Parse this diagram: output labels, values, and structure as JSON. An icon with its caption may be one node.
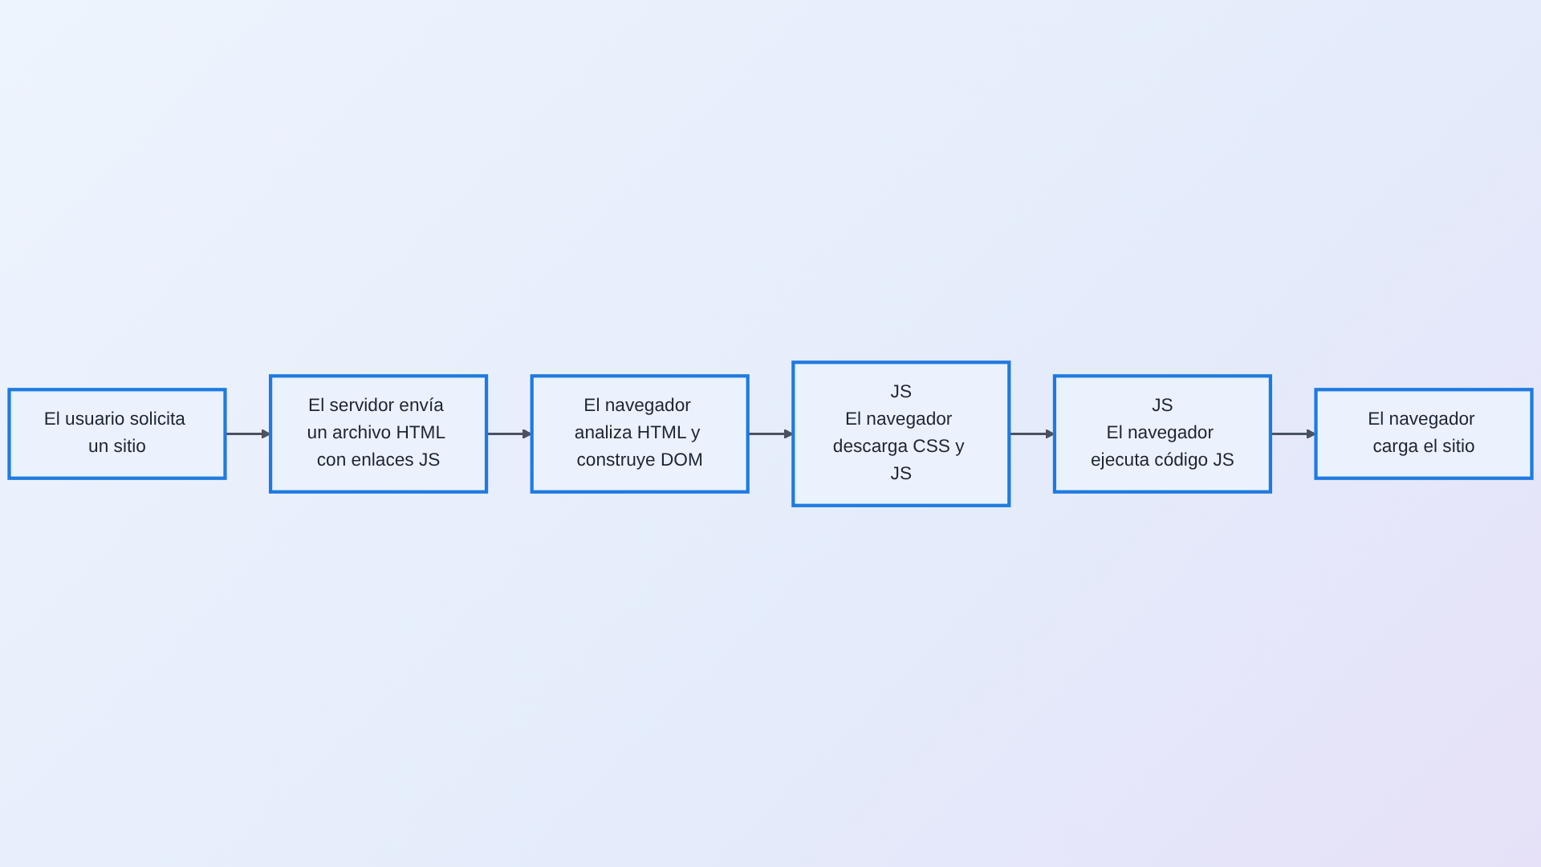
{
  "diagram": {
    "nodes": [
      {
        "text": [
          "El usuario solicita un sitio"
        ]
      },
      {
        "text": [
          "El servidor envía un archivo HTML con enlaces JS"
        ]
      },
      {
        "text": [
          "El navegador analiza HTML y construye DOM"
        ]
      },
      {
        "text": [
          "JS",
          "El navegador descarga CSS y JS"
        ]
      },
      {
        "text": [
          "JS",
          "El navegador ejecuta código JS"
        ]
      },
      {
        "text": [
          "El navegador carga el sitio"
        ]
      }
    ],
    "edges": [
      {
        "from": 0,
        "to": 1,
        "arrow": "to"
      },
      {
        "from": 1,
        "to": 2,
        "arrow": "to"
      },
      {
        "from": 2,
        "to": 3,
        "arrow": "to"
      },
      {
        "from": 3,
        "to": 4,
        "arrow": "to"
      },
      {
        "from": 4,
        "to": 5,
        "arrow": "to"
      }
    ]
  }
}
